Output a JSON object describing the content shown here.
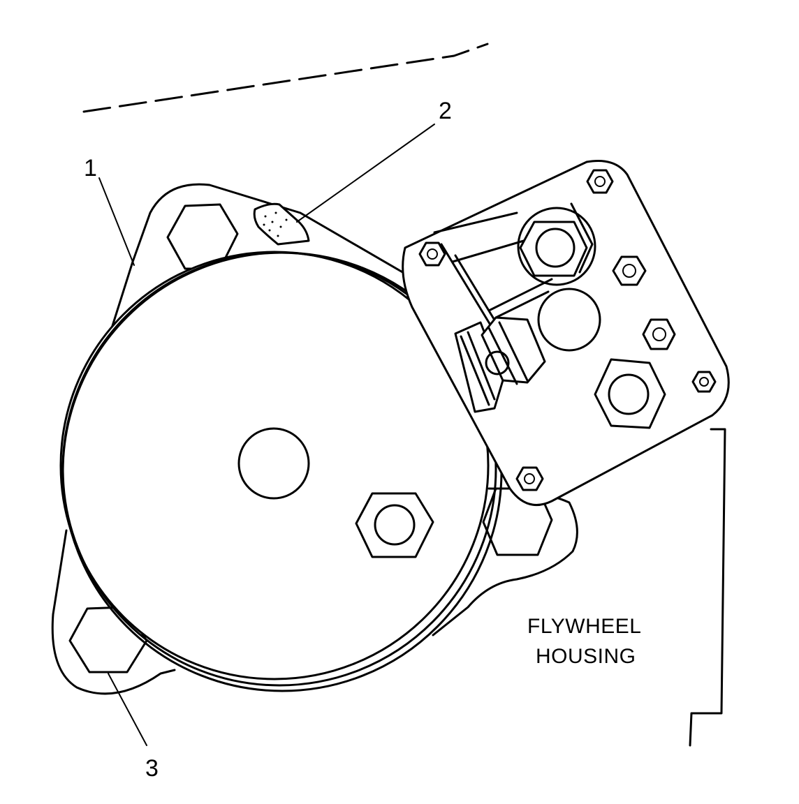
{
  "callouts": {
    "c1": "1",
    "c2": "2",
    "c3": "3"
  },
  "area_label": {
    "line1": "FLYWHEEL",
    "line2": "HOUSING"
  }
}
